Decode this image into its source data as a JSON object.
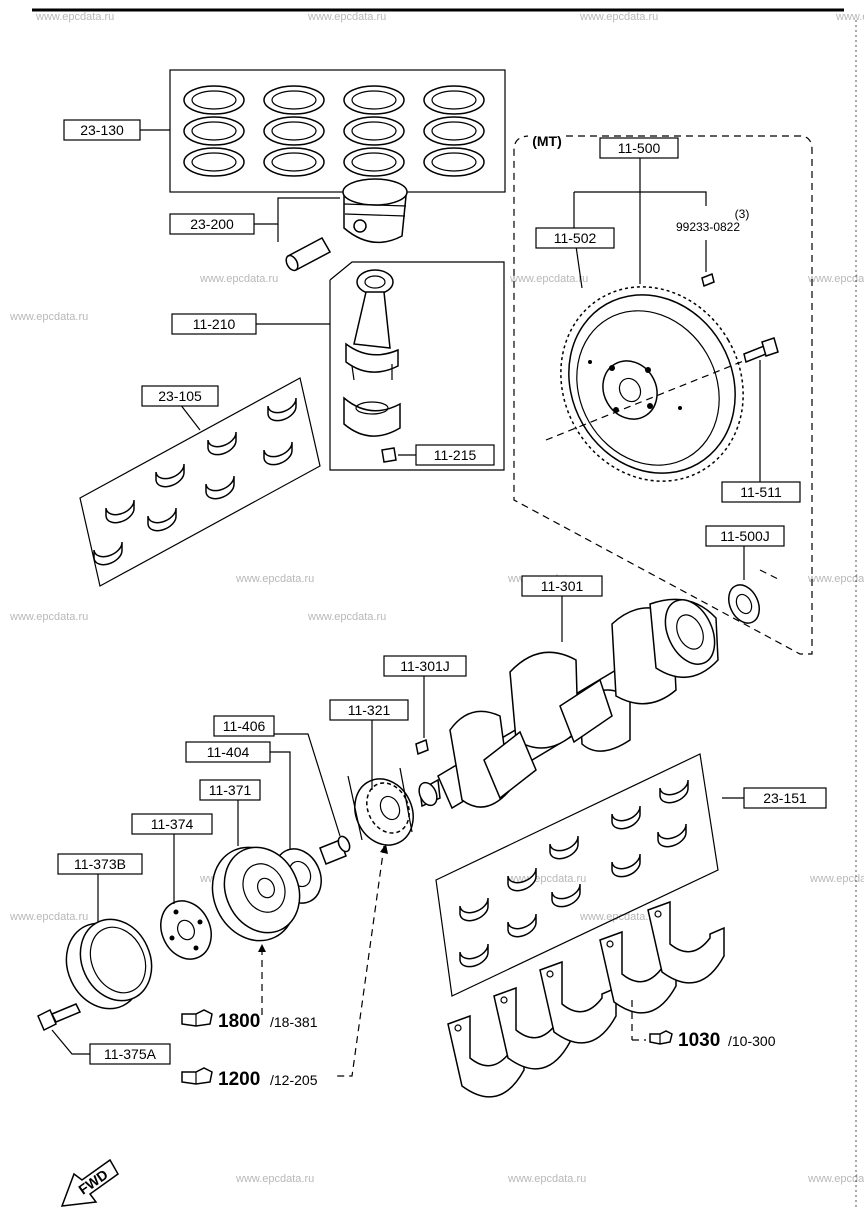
{
  "watermark": "www.epcdata.ru",
  "section_label": "(MT)",
  "part_labels": {
    "p23_130": "23-130",
    "p23_200": "23-200",
    "p11_210": "11-210",
    "p23_105": "23-105",
    "p11_215": "11-215",
    "p11_500": "11-500",
    "p11_502": "11-502",
    "p11_511": "11-511",
    "p11_500j": "11-500J",
    "p11_301": "11-301",
    "p11_301j": "11-301J",
    "p11_406": "11-406",
    "p11_404": "11-404",
    "p11_321": "11-321",
    "p11_371": "11-371",
    "p11_374": "11-374",
    "p11_373b": "11-373B",
    "p11_375a": "11-375A",
    "p23_151": "23-151"
  },
  "bolt_ref": {
    "qty": "(3)",
    "part": "99233-0822"
  },
  "cross_refs": [
    {
      "num": "1800",
      "ref": "/18-381"
    },
    {
      "num": "1200",
      "ref": "/12-205"
    },
    {
      "num": "1030",
      "ref": "/10-300"
    }
  ],
  "fwd_label": "FWD",
  "icons": [
    "hand-pointer-icon",
    "fwd-arrow-icon"
  ]
}
